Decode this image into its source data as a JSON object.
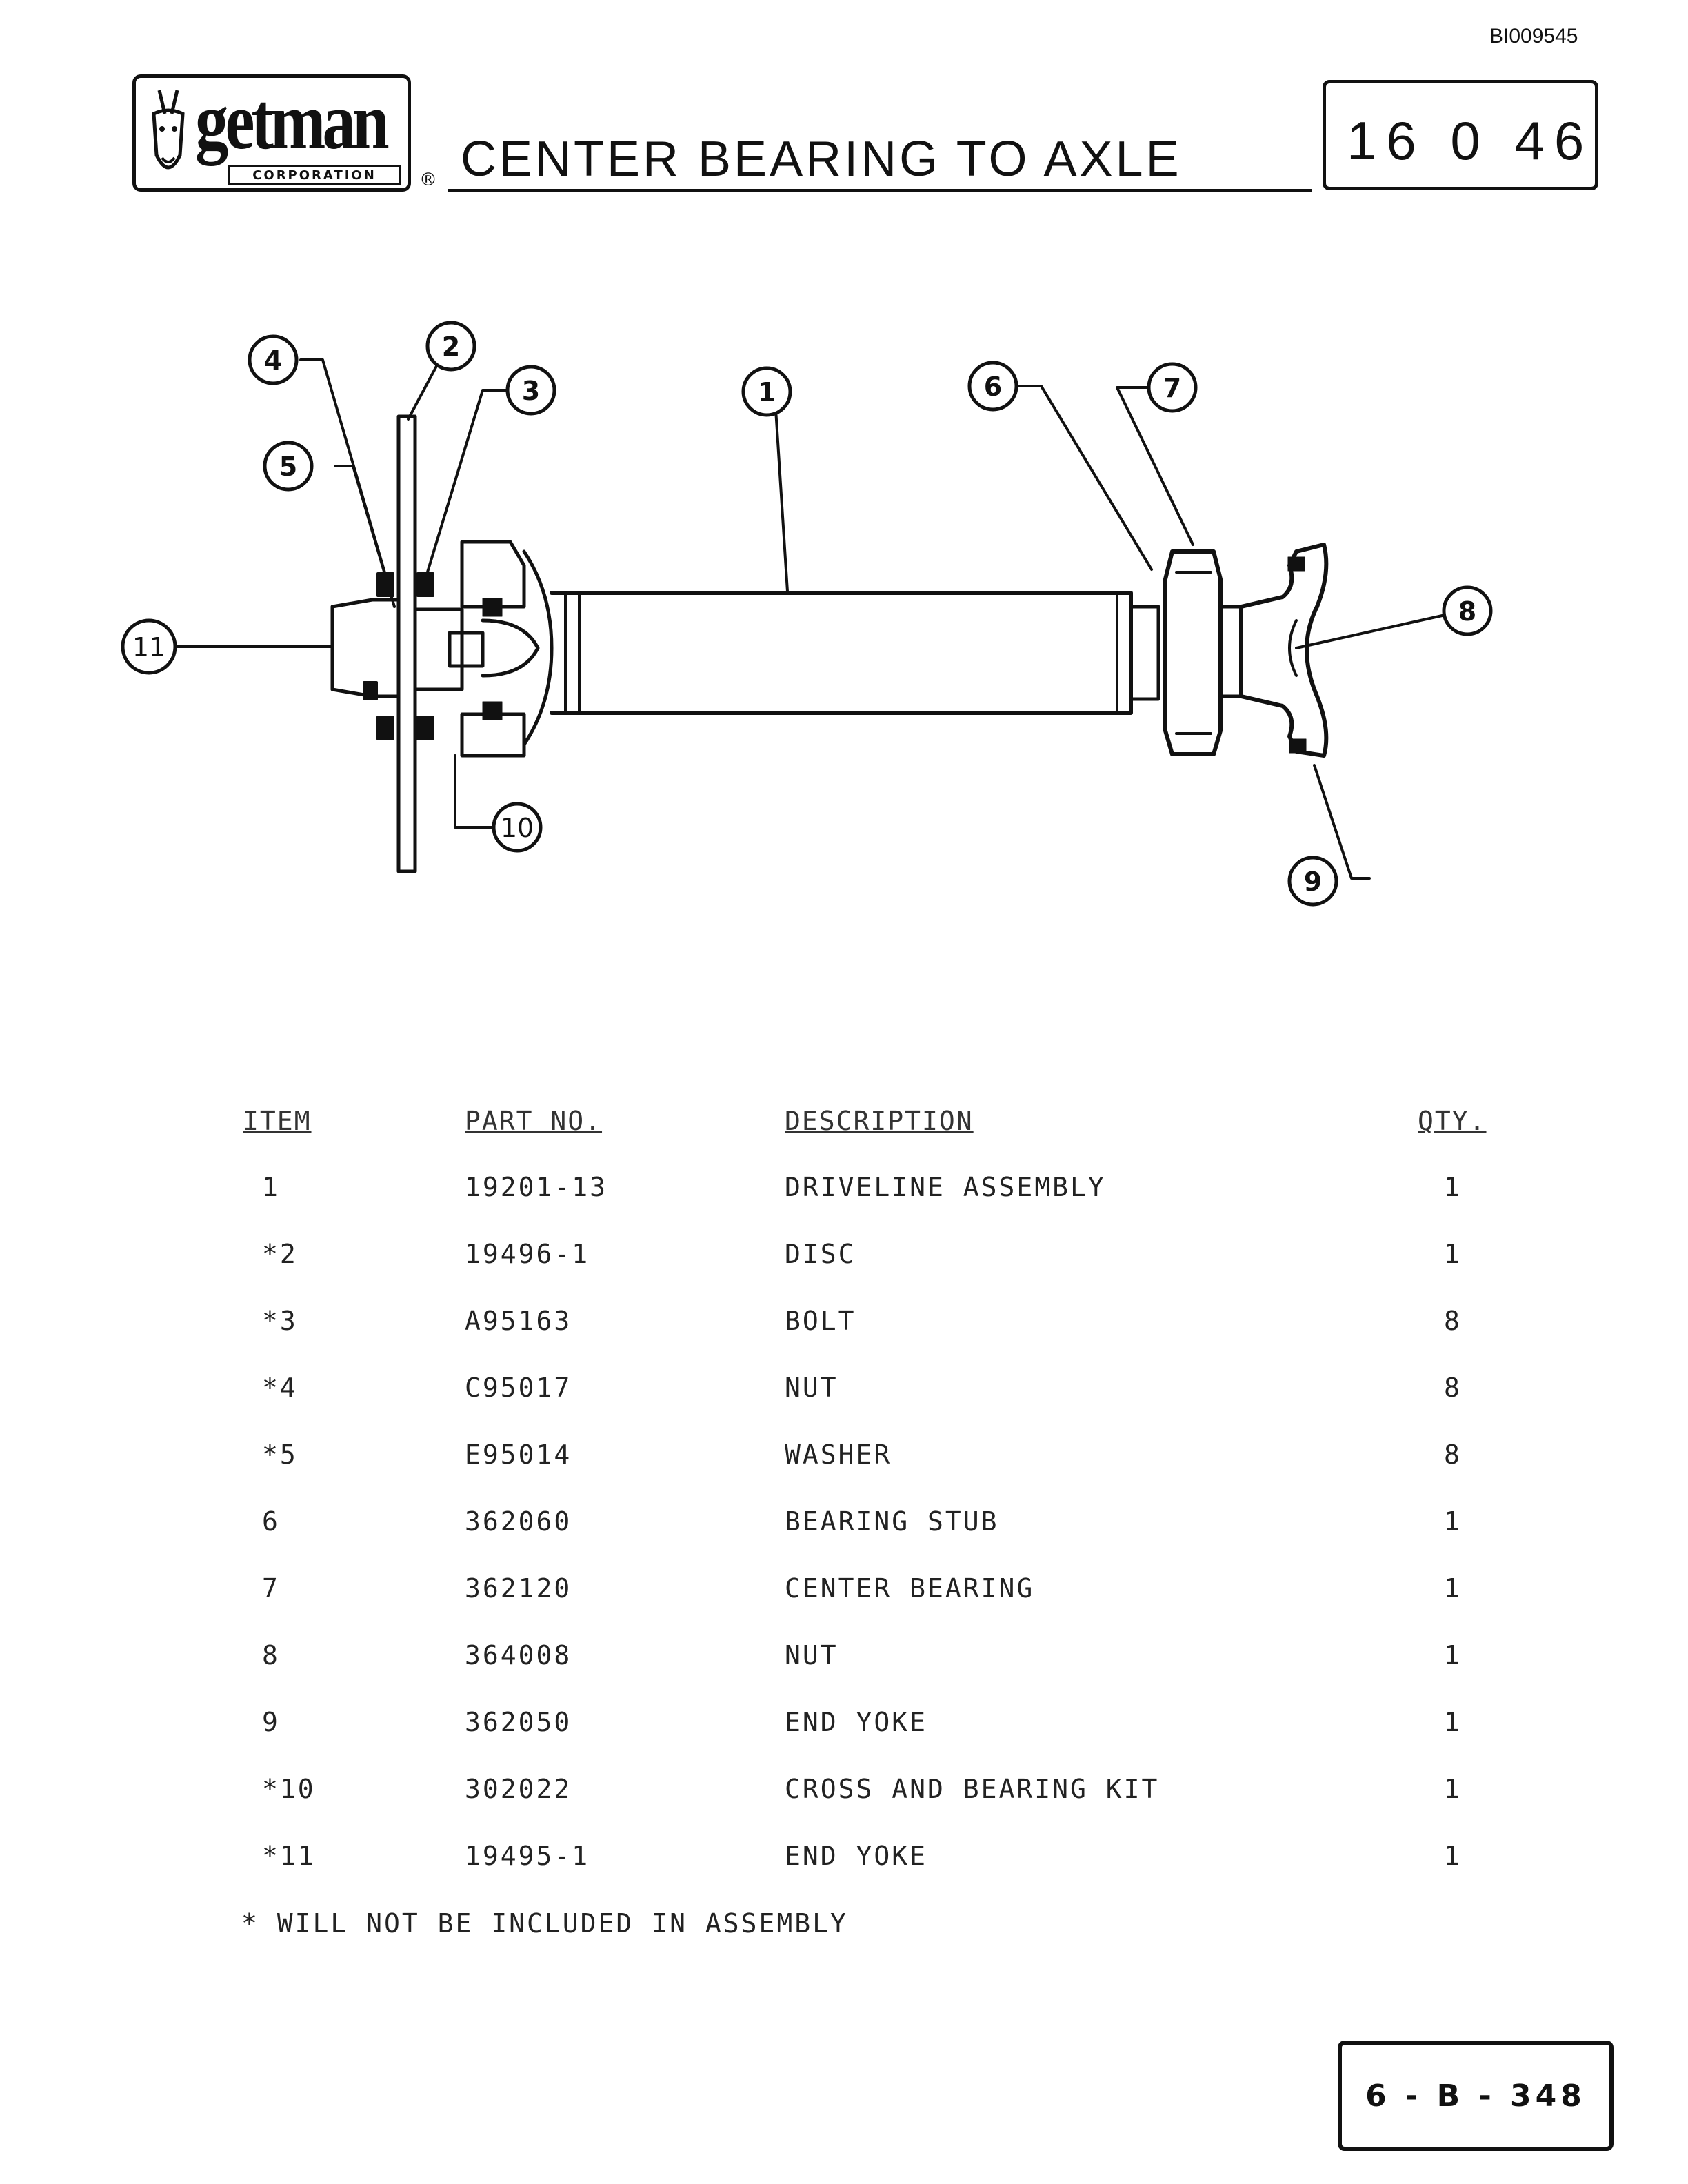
{
  "header": {
    "doc_id": "BI009545",
    "logo": {
      "word": "getman",
      "sub": "CORPORATION",
      "registered": "®"
    },
    "title": "CENTER BEARING  TO  AXLE",
    "drawing_number": "16 0 46"
  },
  "diagram": {
    "callouts": [
      "1",
      "2",
      "3",
      "4",
      "5",
      "6",
      "7",
      "8",
      "9",
      "10",
      "11"
    ]
  },
  "table": {
    "headers": {
      "item": "ITEM",
      "part": "PART NO.",
      "desc": "DESCRIPTION",
      "qty": "QTY."
    },
    "rows": [
      {
        "item": "1",
        "part": "19201-13",
        "desc": "DRIVELINE ASSEMBLY",
        "qty": "1"
      },
      {
        "item": "*2",
        "part": "19496-1",
        "desc": "DISC",
        "qty": "1"
      },
      {
        "item": "*3",
        "part": "A95163",
        "desc": "BOLT",
        "qty": "8"
      },
      {
        "item": "*4",
        "part": "C95017",
        "desc": "NUT",
        "qty": "8"
      },
      {
        "item": "*5",
        "part": "E95014",
        "desc": "WASHER",
        "qty": "8"
      },
      {
        "item": "6",
        "part": "362060",
        "desc": "BEARING STUB",
        "qty": "1"
      },
      {
        "item": "7",
        "part": "362120",
        "desc": "CENTER BEARING",
        "qty": "1"
      },
      {
        "item": "8",
        "part": "364008",
        "desc": "NUT",
        "qty": "1"
      },
      {
        "item": "9",
        "part": "362050",
        "desc": "END YOKE",
        "qty": "1"
      },
      {
        "item": "*10",
        "part": "302022",
        "desc": "CROSS AND BEARING KIT",
        "qty": "1"
      },
      {
        "item": "*11",
        "part": "19495-1",
        "desc": "END YOKE",
        "qty": "1"
      }
    ],
    "note": "* WILL NOT BE INCLUDED IN ASSEMBLY"
  },
  "footer": {
    "page": "6 - B - 348"
  },
  "colors": {
    "ink": "#111111",
    "paper": "#ffffff"
  }
}
